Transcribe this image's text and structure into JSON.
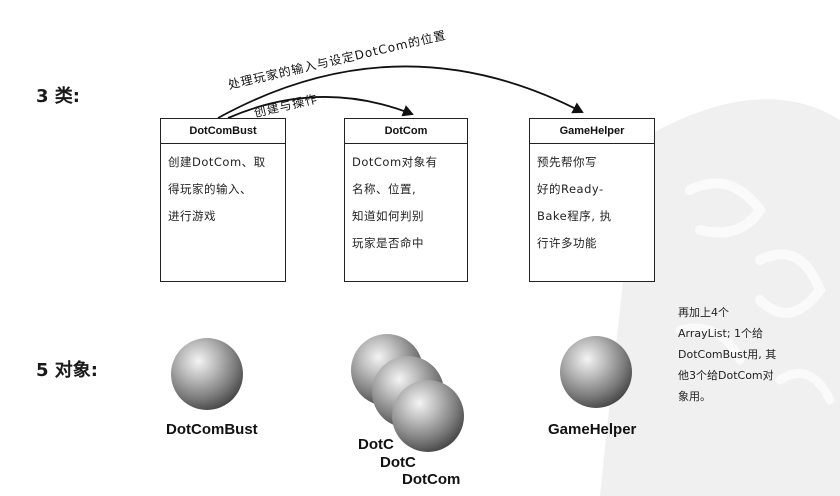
{
  "headings": {
    "classes": "3 类:",
    "objects": "5 对象:"
  },
  "arrows": {
    "upper": "处理玩家的输入与设定DotCom的位置",
    "lower": "创建与操作"
  },
  "classes": [
    {
      "name": "DotComBust",
      "lines": [
        "创建DotCom、取",
        "得玩家的输入、",
        "进行游戏"
      ]
    },
    {
      "name": "DotCom",
      "lines": [
        "DotCom对象有",
        "名称、位置,",
        "知道如何判别",
        "玩家是否命中"
      ]
    },
    {
      "name": "GameHelper",
      "lines": [
        "预先帮你写",
        "好的Ready-",
        "Bake程序, 执",
        "行许多功能"
      ]
    }
  ],
  "note": [
    "再加上4个",
    "ArrayList; 1个给",
    "DotComBust用, 其",
    "他3个给DotCom对",
    "象用。"
  ],
  "objects": {
    "dotcombust": "DotComBust",
    "dotcom_back": "DotC",
    "dotcom_mid": "DotC",
    "dotcom_front": "DotCom",
    "gamehelper": "GameHelper"
  }
}
